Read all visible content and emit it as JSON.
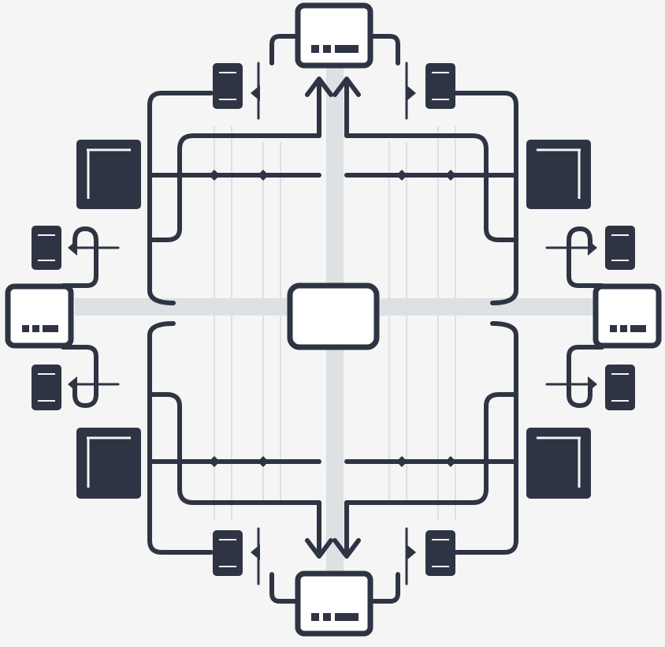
{
  "colors": {
    "background": "#f4f5f4",
    "ink": "#2e3443",
    "track": "#dde1e3",
    "node_fill": "#ffffff"
  },
  "diagram": {
    "hub": {
      "icon": "rounded-rectangle-icon"
    },
    "endpoints": [
      {
        "id": "top",
        "icon": "terminal-window-icon"
      },
      {
        "id": "bottom",
        "icon": "terminal-window-icon"
      },
      {
        "id": "left",
        "icon": "terminal-window-icon"
      },
      {
        "id": "right",
        "icon": "terminal-window-icon"
      }
    ],
    "device_icon": "mobile-device-icon",
    "panel_icon": "server-panel-icon",
    "arrow_icon": "arrowhead-icon"
  }
}
